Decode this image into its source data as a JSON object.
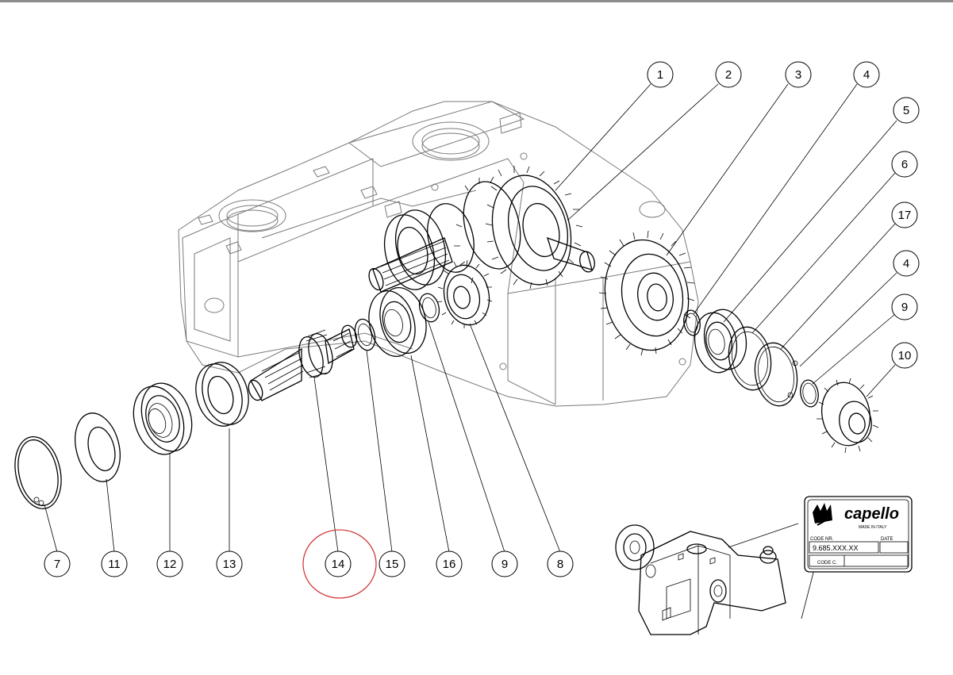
{
  "callouts": [
    {
      "label": "1"
    },
    {
      "label": "2"
    },
    {
      "label": "3"
    },
    {
      "label": "4"
    },
    {
      "label": "5"
    },
    {
      "label": "6"
    },
    {
      "label": "17"
    },
    {
      "label": "4"
    },
    {
      "label": "9"
    },
    {
      "label": "10"
    },
    {
      "label": "7"
    },
    {
      "label": "11"
    },
    {
      "label": "12"
    },
    {
      "label": "13"
    },
    {
      "label": "14"
    },
    {
      "label": "15"
    },
    {
      "label": "16"
    },
    {
      "label": "9"
    },
    {
      "label": "8"
    }
  ],
  "highlight": {
    "callout": "14",
    "color": "#d23a3a"
  },
  "nameplate": {
    "brand": "capello",
    "made_in": "MADE IN ITALY",
    "code_nr_label": "CODE NR.",
    "date_label": "DATE",
    "code_value": "9.685.XXX.XX",
    "code_c_label": "CODE C."
  }
}
